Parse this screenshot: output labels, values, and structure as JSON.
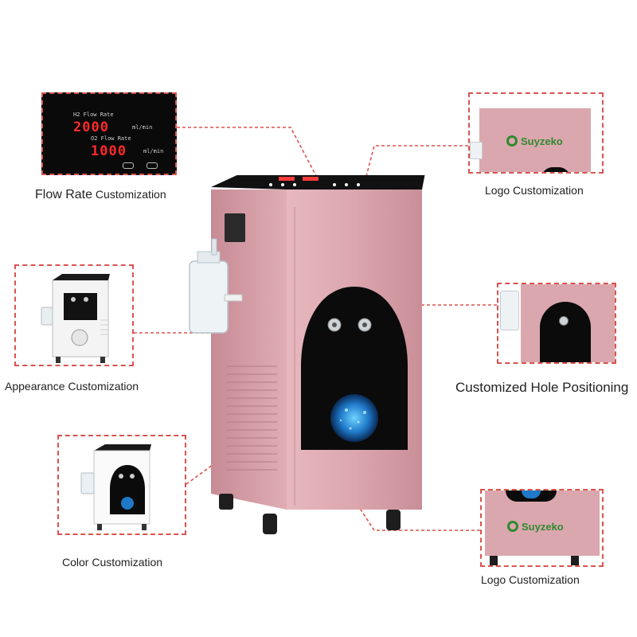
{
  "labels": {
    "flow_rate_bold": "Flow Rate",
    "flow_rate_rest": " Customization",
    "logo_top": "Logo Customization",
    "appearance": "Appearance Customization",
    "hole": "Customized Hole Positioning",
    "color": "Color Customization",
    "logo_bottom": "Logo Customization"
  },
  "panel": {
    "h2_label": "H2 Flow Rate",
    "h2_value": "2000",
    "h2_unit": "ml/min",
    "o2_label": "O2 Flow Rate",
    "o2_value": "1000",
    "o2_unit": "ml/min"
  },
  "logo": {
    "brand": "Suyzeko"
  },
  "colors": {
    "leader": "#d9534f",
    "machine_pink": "#dba7ae",
    "display_black": "#0d0d0d",
    "digit_red": "#ff2a2a",
    "logo_green": "#2f8a2f",
    "bubble_blue": "#1f78c8"
  }
}
